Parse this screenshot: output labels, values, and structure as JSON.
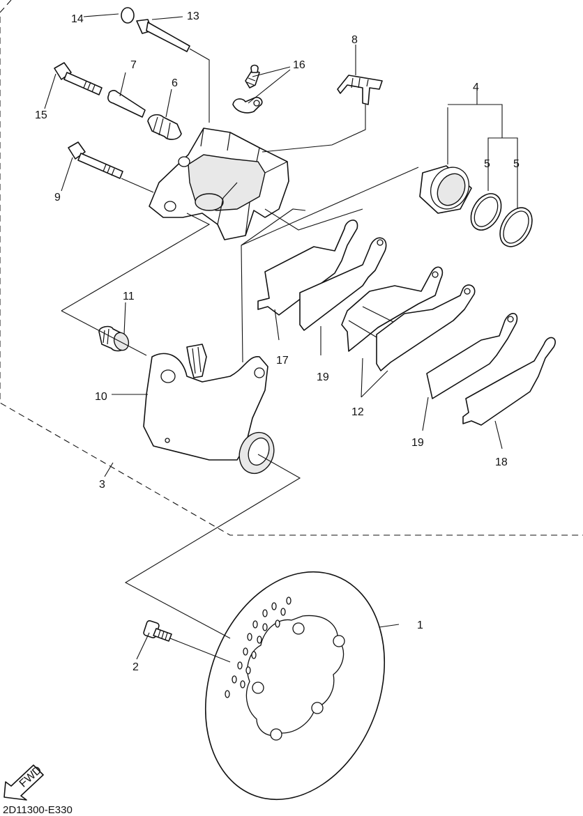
{
  "diagram": {
    "code": "2D11300-E330",
    "fwd_label": "FWD",
    "callouts": {
      "c1": "1",
      "c2": "2",
      "c3": "3",
      "c4": "4",
      "c5a": "5",
      "c5b": "5",
      "c6": "6",
      "c7": "7",
      "c8": "8",
      "c9": "9",
      "c10": "10",
      "c11": "11",
      "c12": "12",
      "c13": "13",
      "c14": "14",
      "c15": "15",
      "c16": "16",
      "c17": "17",
      "c18": "18",
      "c19a": "19",
      "c19b": "19"
    }
  }
}
